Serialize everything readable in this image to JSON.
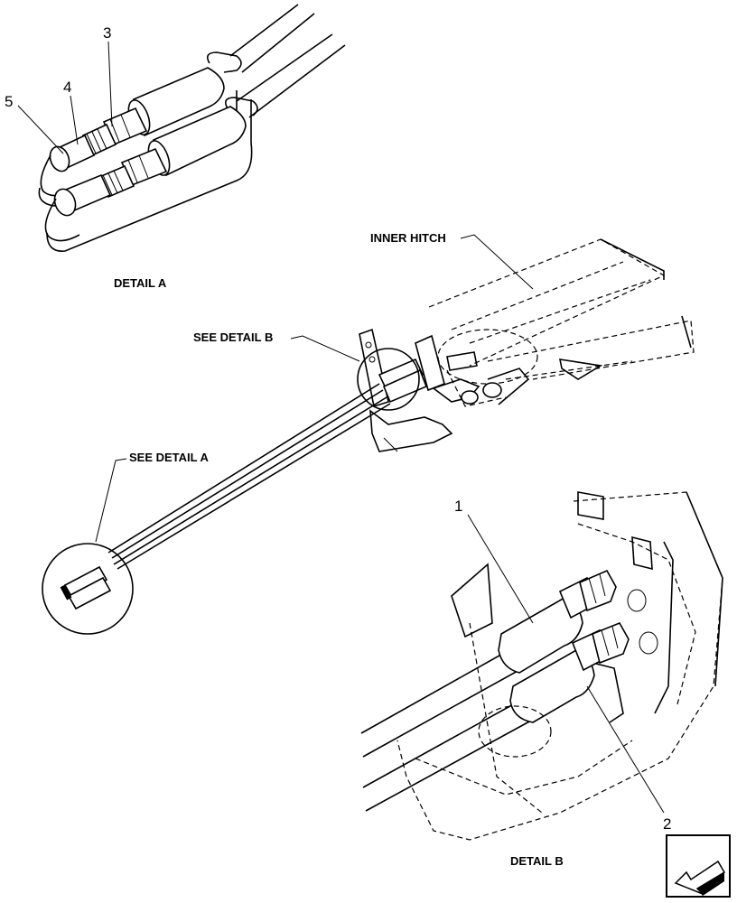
{
  "labels": {
    "detail_a": "DETAIL  A",
    "detail_b": "DETAIL B",
    "inner_hitch": "INNER HITCH",
    "see_detail_b": "SEE DETAIL  B",
    "see_detail_a": "SEE DETAIL  A"
  },
  "callouts": {
    "c1": "1",
    "c2": "2",
    "c3": "3",
    "c4": "4",
    "c5": "5"
  },
  "icons": {
    "nav": "navigation-arrow-icon"
  }
}
